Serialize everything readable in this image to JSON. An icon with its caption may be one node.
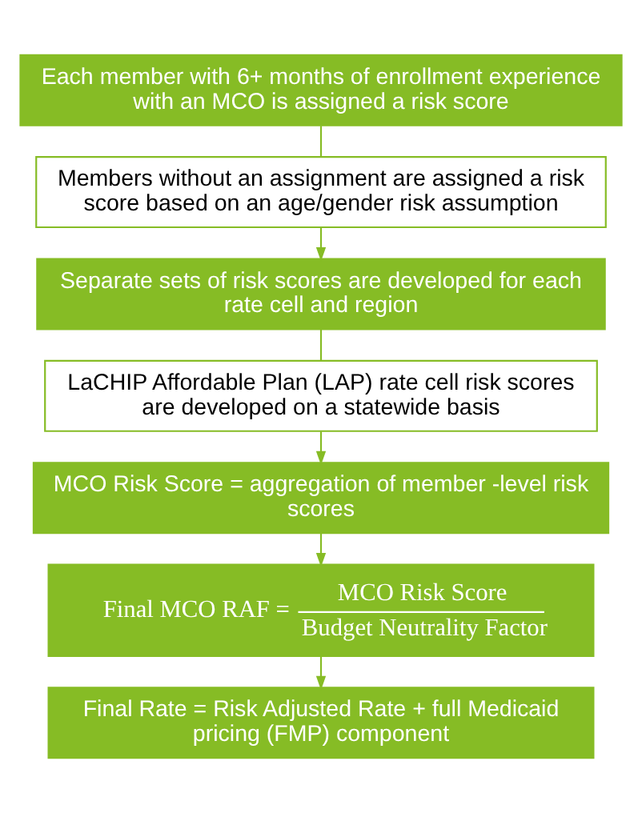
{
  "diagram": {
    "nodes": [
      {
        "text": [
          "Each member with 6+ months of enrollment experience with an MCO is assigned a risk score"
        ]
      },
      {
        "text": [
          "Members without an assignment are assigned a risk score based on an age/gender risk assumption"
        ]
      },
      {
        "text": [
          "Separate sets of risk scores are developed for each rate cell and region"
        ]
      },
      {
        "text": [
          "LaCHIP Affordable Plan (LAP) rate cell risk scores are developed on a statewide basis"
        ]
      },
      {
        "text": [
          "MCO Risk Score = aggregation of member -level risk scores"
        ]
      },
      {
        "text": [
          "Final MCO RAF =",
          "MCO Risk Score",
          "Budget Neutrality Factor"
        ]
      },
      {
        "text": [
          "Final Rate = Risk Adjusted Rate + full Medicaid pricing (FMP) component"
        ]
      }
    ],
    "edges": [
      {
        "from": 0,
        "to": 1,
        "arrow": "none"
      },
      {
        "from": 1,
        "to": 2,
        "arrow": "to"
      },
      {
        "from": 2,
        "to": 3,
        "arrow": "none"
      },
      {
        "from": 3,
        "to": 4,
        "arrow": "to"
      },
      {
        "from": 4,
        "to": 5,
        "arrow": "to"
      },
      {
        "from": 5,
        "to": 6,
        "arrow": "to"
      }
    ]
  }
}
